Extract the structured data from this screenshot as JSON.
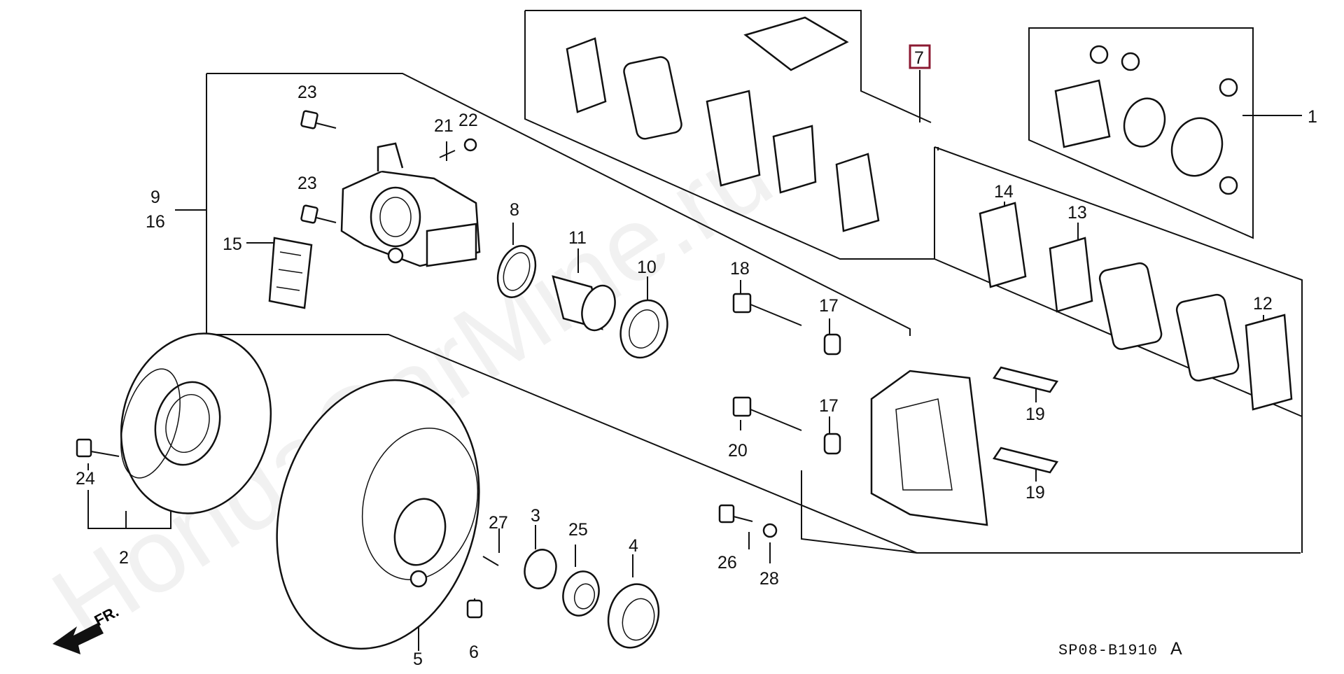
{
  "diagram": {
    "watermark": "HondaCarMine.ru",
    "drawing_code": "SP08-B1910",
    "drawing_code_suffix": "A",
    "direction_label": "FR.",
    "highlight_color": "#8b1a32",
    "callouts": [
      {
        "id": "c1",
        "label": "1"
      },
      {
        "id": "c2",
        "label": "2"
      },
      {
        "id": "c3",
        "label": "3"
      },
      {
        "id": "c4",
        "label": "4"
      },
      {
        "id": "c5",
        "label": "5"
      },
      {
        "id": "c6",
        "label": "6"
      },
      {
        "id": "c7",
        "label": "7",
        "highlighted": true
      },
      {
        "id": "c8",
        "label": "8"
      },
      {
        "id": "c9",
        "label": "9"
      },
      {
        "id": "c10",
        "label": "10"
      },
      {
        "id": "c11",
        "label": "11"
      },
      {
        "id": "c12",
        "label": "12"
      },
      {
        "id": "c13",
        "label": "13"
      },
      {
        "id": "c14",
        "label": "14"
      },
      {
        "id": "c15",
        "label": "15"
      },
      {
        "id": "c16",
        "label": "16"
      },
      {
        "id": "c17a",
        "label": "17"
      },
      {
        "id": "c17b",
        "label": "17"
      },
      {
        "id": "c18",
        "label": "18"
      },
      {
        "id": "c19a",
        "label": "19"
      },
      {
        "id": "c19b",
        "label": "19"
      },
      {
        "id": "c20",
        "label": "20"
      },
      {
        "id": "c21",
        "label": "21"
      },
      {
        "id": "c22",
        "label": "22"
      },
      {
        "id": "c23a",
        "label": "23"
      },
      {
        "id": "c23b",
        "label": "23"
      },
      {
        "id": "c24",
        "label": "24"
      },
      {
        "id": "c25",
        "label": "25"
      },
      {
        "id": "c26",
        "label": "26"
      },
      {
        "id": "c27",
        "label": "27"
      },
      {
        "id": "c28",
        "label": "28"
      }
    ]
  }
}
